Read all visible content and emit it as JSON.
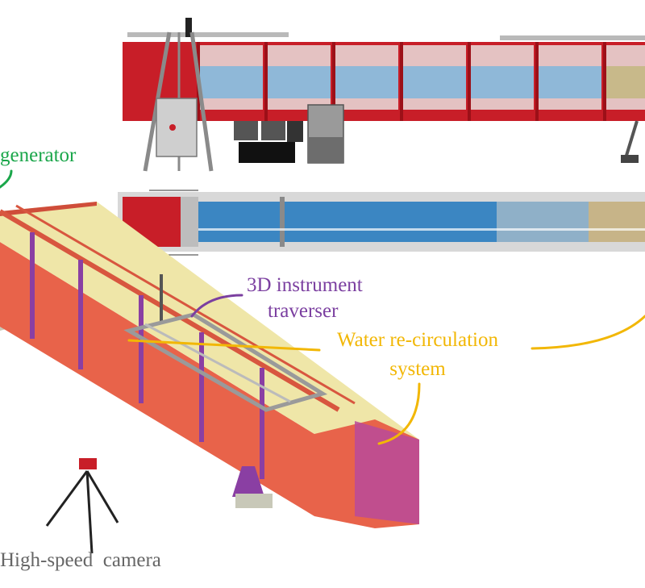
{
  "labels": {
    "wave_generator": "generator",
    "traverser_line1": "3D instrument",
    "traverser_line2": "traverser",
    "recirc_line1": "Water re-circulation",
    "recirc_line2": "system",
    "camera": "High-speed  camera"
  },
  "colors": {
    "wave_generator": "#1aa64a",
    "traverser": "#7b3fa0",
    "recirc": "#f2b705",
    "camera": "#666666",
    "flume_red": "#c81e28",
    "flume_orange": "#e8634a",
    "water_blue": "#5d9fd0",
    "sand": "#efe6a8",
    "post_purple": "#8a3fa3"
  }
}
